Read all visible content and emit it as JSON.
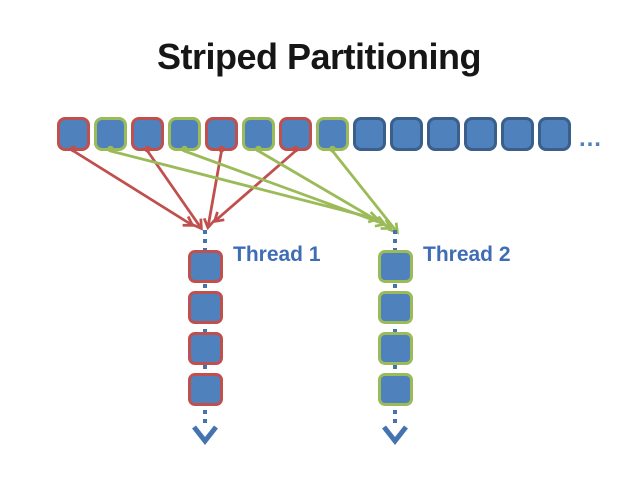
{
  "title": "Striped Partitioning",
  "ellipsis": "…",
  "colors": {
    "square_fill": "#4f81bd",
    "plain_border": "#3a5f8b",
    "red": "#c0504d",
    "green": "#9bbb59",
    "flow_blue": "#4473b0",
    "label_text": "#3f6db5",
    "title_text": "#161616"
  },
  "top_row": {
    "pattern": [
      "red",
      "green",
      "red",
      "green",
      "red",
      "green",
      "red",
      "green",
      "plain",
      "plain",
      "plain",
      "plain",
      "plain",
      "plain"
    ]
  },
  "threads": [
    {
      "label": "Thread 1",
      "border": "red",
      "sources": [
        0,
        2,
        4,
        6
      ],
      "square_count": 4
    },
    {
      "label": "Thread 2",
      "border": "green",
      "sources": [
        1,
        3,
        5,
        7
      ],
      "square_count": 4
    }
  ]
}
